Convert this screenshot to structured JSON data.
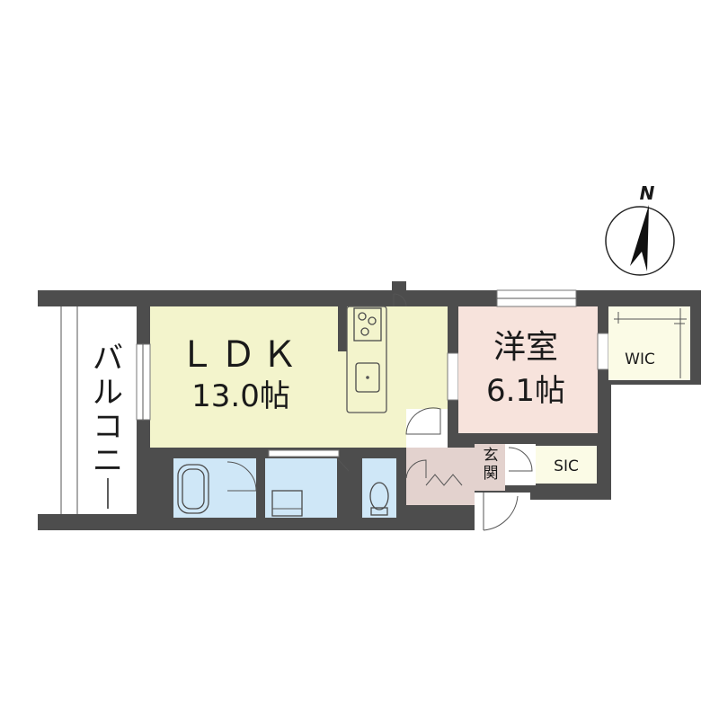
{
  "rooms": {
    "ldk": {
      "name": "ＬＤＫ",
      "area": "13.0帖"
    },
    "western": {
      "name": "洋室",
      "area": "6.1帖"
    },
    "balcony": {
      "name": "バルコニー"
    },
    "entrance": {
      "name": "玄関"
    },
    "wic": {
      "name": "WIC"
    },
    "sic": {
      "name": "SIC"
    }
  },
  "compass": {
    "label": "N"
  },
  "colors": {
    "wall": "#4d4d4d",
    "ldk": "#f3f4cc",
    "western": "#f7e3dc",
    "wet": "#cfe7f7",
    "entrance": "#e3d2ce",
    "storage": "#fbfbe6",
    "balcony": "#ffffff"
  }
}
